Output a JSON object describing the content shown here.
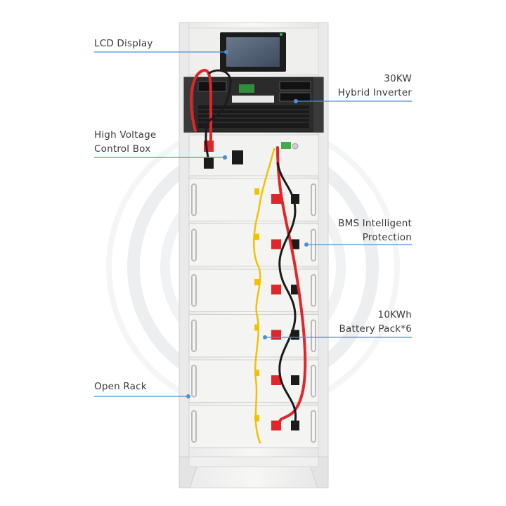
{
  "labels": {
    "lcd": "LCD Display",
    "inverter_line1": "30KW",
    "inverter_line2": "Hybrid Inverter",
    "hv_line1": "High Voltage",
    "hv_line2": "Control Box",
    "bms_line1": "BMS Intelligent",
    "bms_line2": "Protection",
    "battery_line1": "10KWh",
    "battery_line2": "Battery Pack*6",
    "rack": "Open Rack"
  },
  "colors": {
    "callout_line": "#4a90d9",
    "cable_red": "#e0262a",
    "cable_yellow": "#f2c200",
    "cable_black": "#1b1b1b",
    "rack_white": "#f3f4f3",
    "inverter_dark": "#2b2b2b",
    "screen": "#4a5a6e"
  },
  "battery_pack_count": 6
}
